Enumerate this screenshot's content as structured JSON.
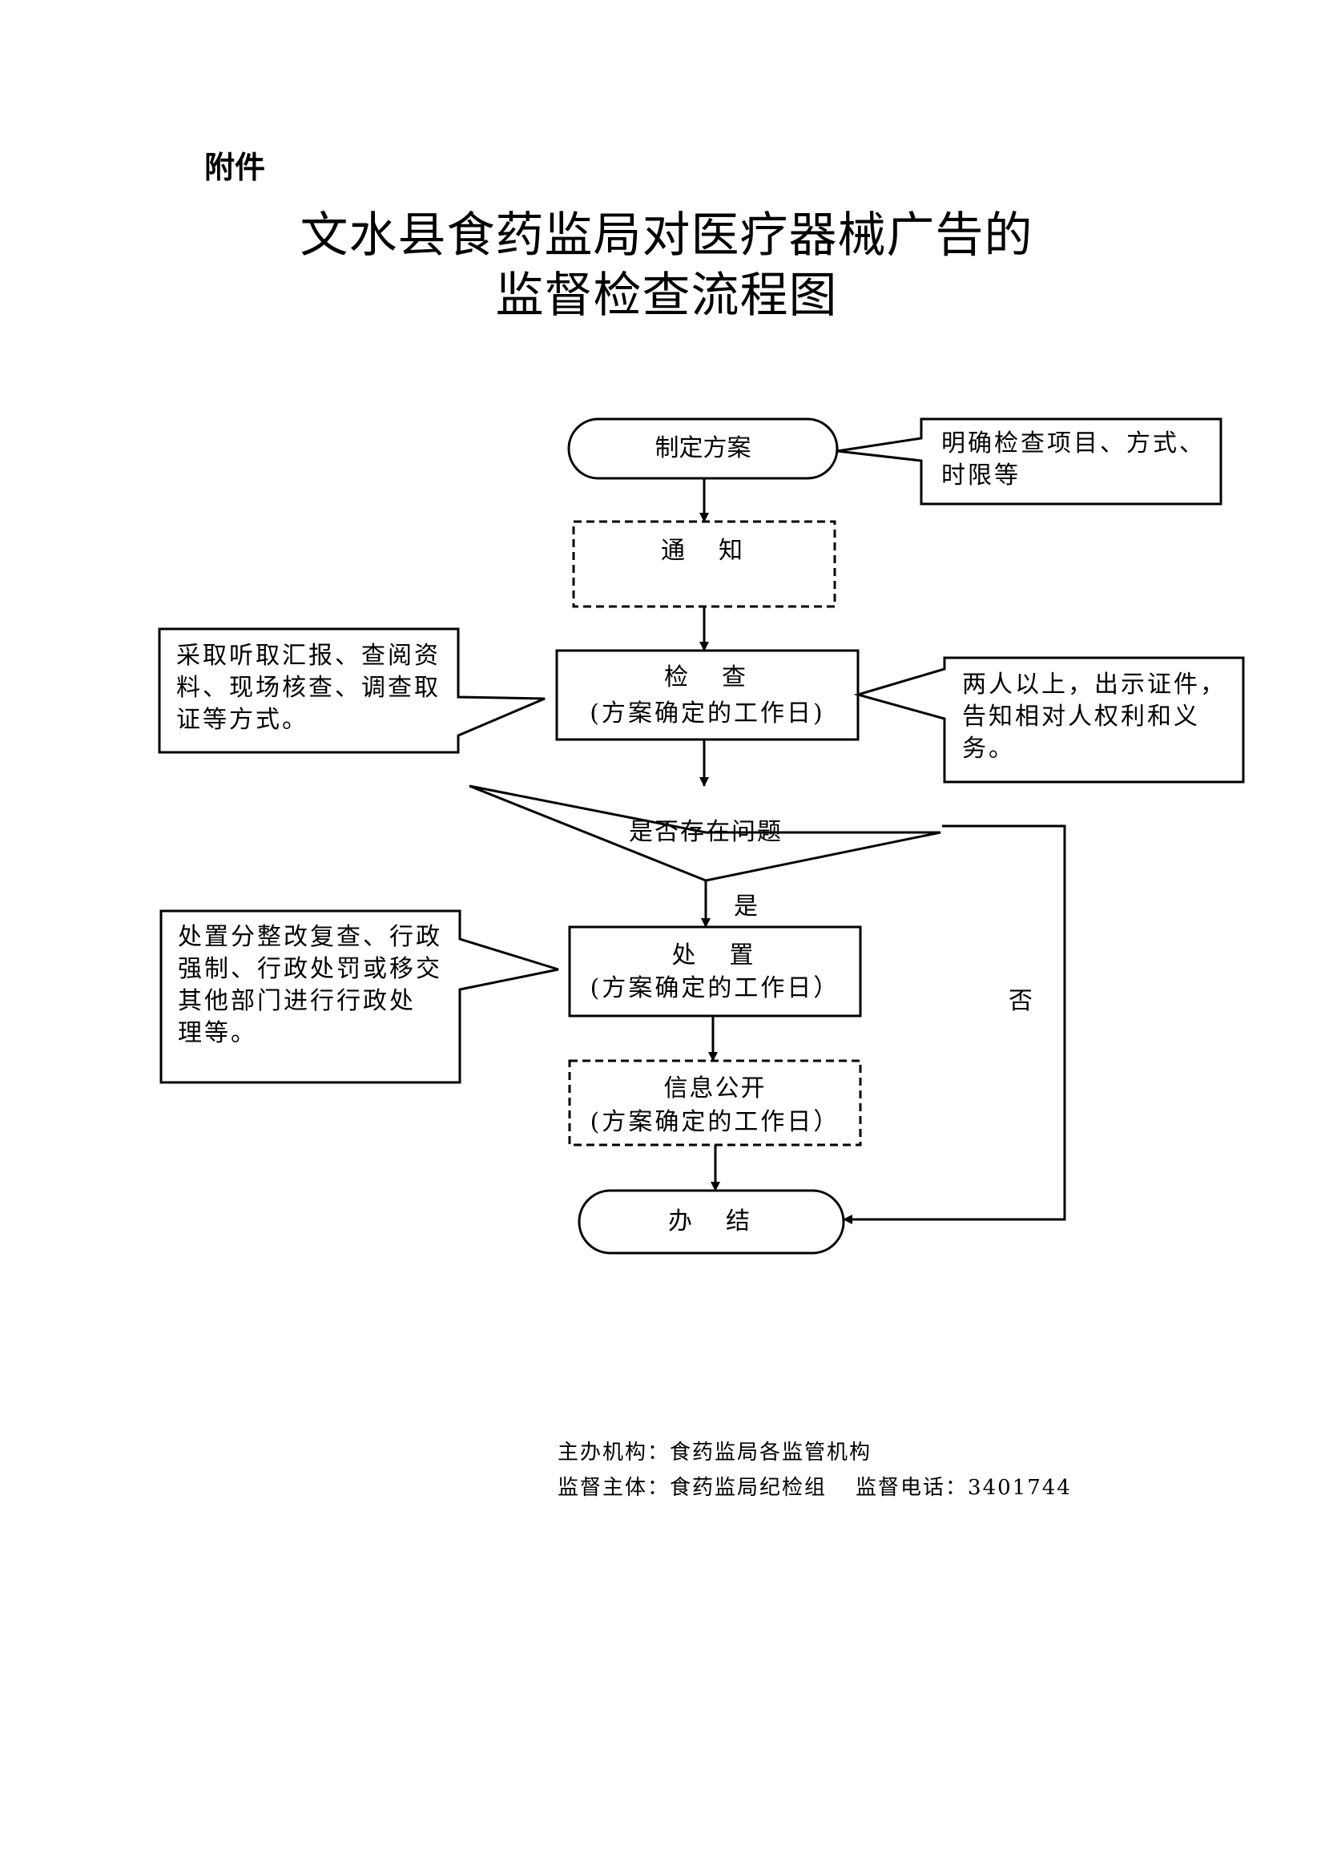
{
  "header": {
    "attachment_label": "附件",
    "title_line1": "文水县食药监局对医疗器械广告的",
    "title_line2": "监督检查流程图"
  },
  "flow": {
    "start": {
      "label": "制定方案",
      "shape": "terminator"
    },
    "notice": {
      "label": "通　知",
      "shape": "process-dashed"
    },
    "inspect": {
      "label": "检　查",
      "sub": "(方案确定的工作日)",
      "shape": "process"
    },
    "decision": {
      "label": "是否存在问题",
      "shape": "decision",
      "yes_label": "是",
      "no_label": "否"
    },
    "dispose": {
      "label": "处　置",
      "sub": "(方案确定的工作日）",
      "shape": "process"
    },
    "publish": {
      "label": "信息公开",
      "sub": "(方案确定的工作日）",
      "shape": "process-dashed"
    },
    "end": {
      "label": "办　结",
      "shape": "terminator"
    }
  },
  "notes": {
    "plan_note": [
      "明确检查项目、方式、",
      "时限等"
    ],
    "inspect_left_note": [
      "采取听取汇报、查阅资",
      "料、现场核查、调查取",
      "证等方式。"
    ],
    "inspect_right_note": [
      "两人以上，出示证件，",
      "告知相对人权利和义",
      "务。"
    ],
    "dispose_note": [
      "处置分整改复查、行政",
      "强制、行政处罚或移交",
      "其他部门进行行政处",
      "理等。"
    ]
  },
  "footer": {
    "host_label": "主办机构：",
    "host_value": "食药监局各监管机构",
    "supervisor_label": "监督主体：",
    "supervisor_value": "食药监局纪检组",
    "phone_label": "监督电话：",
    "phone_value": "3401744"
  }
}
